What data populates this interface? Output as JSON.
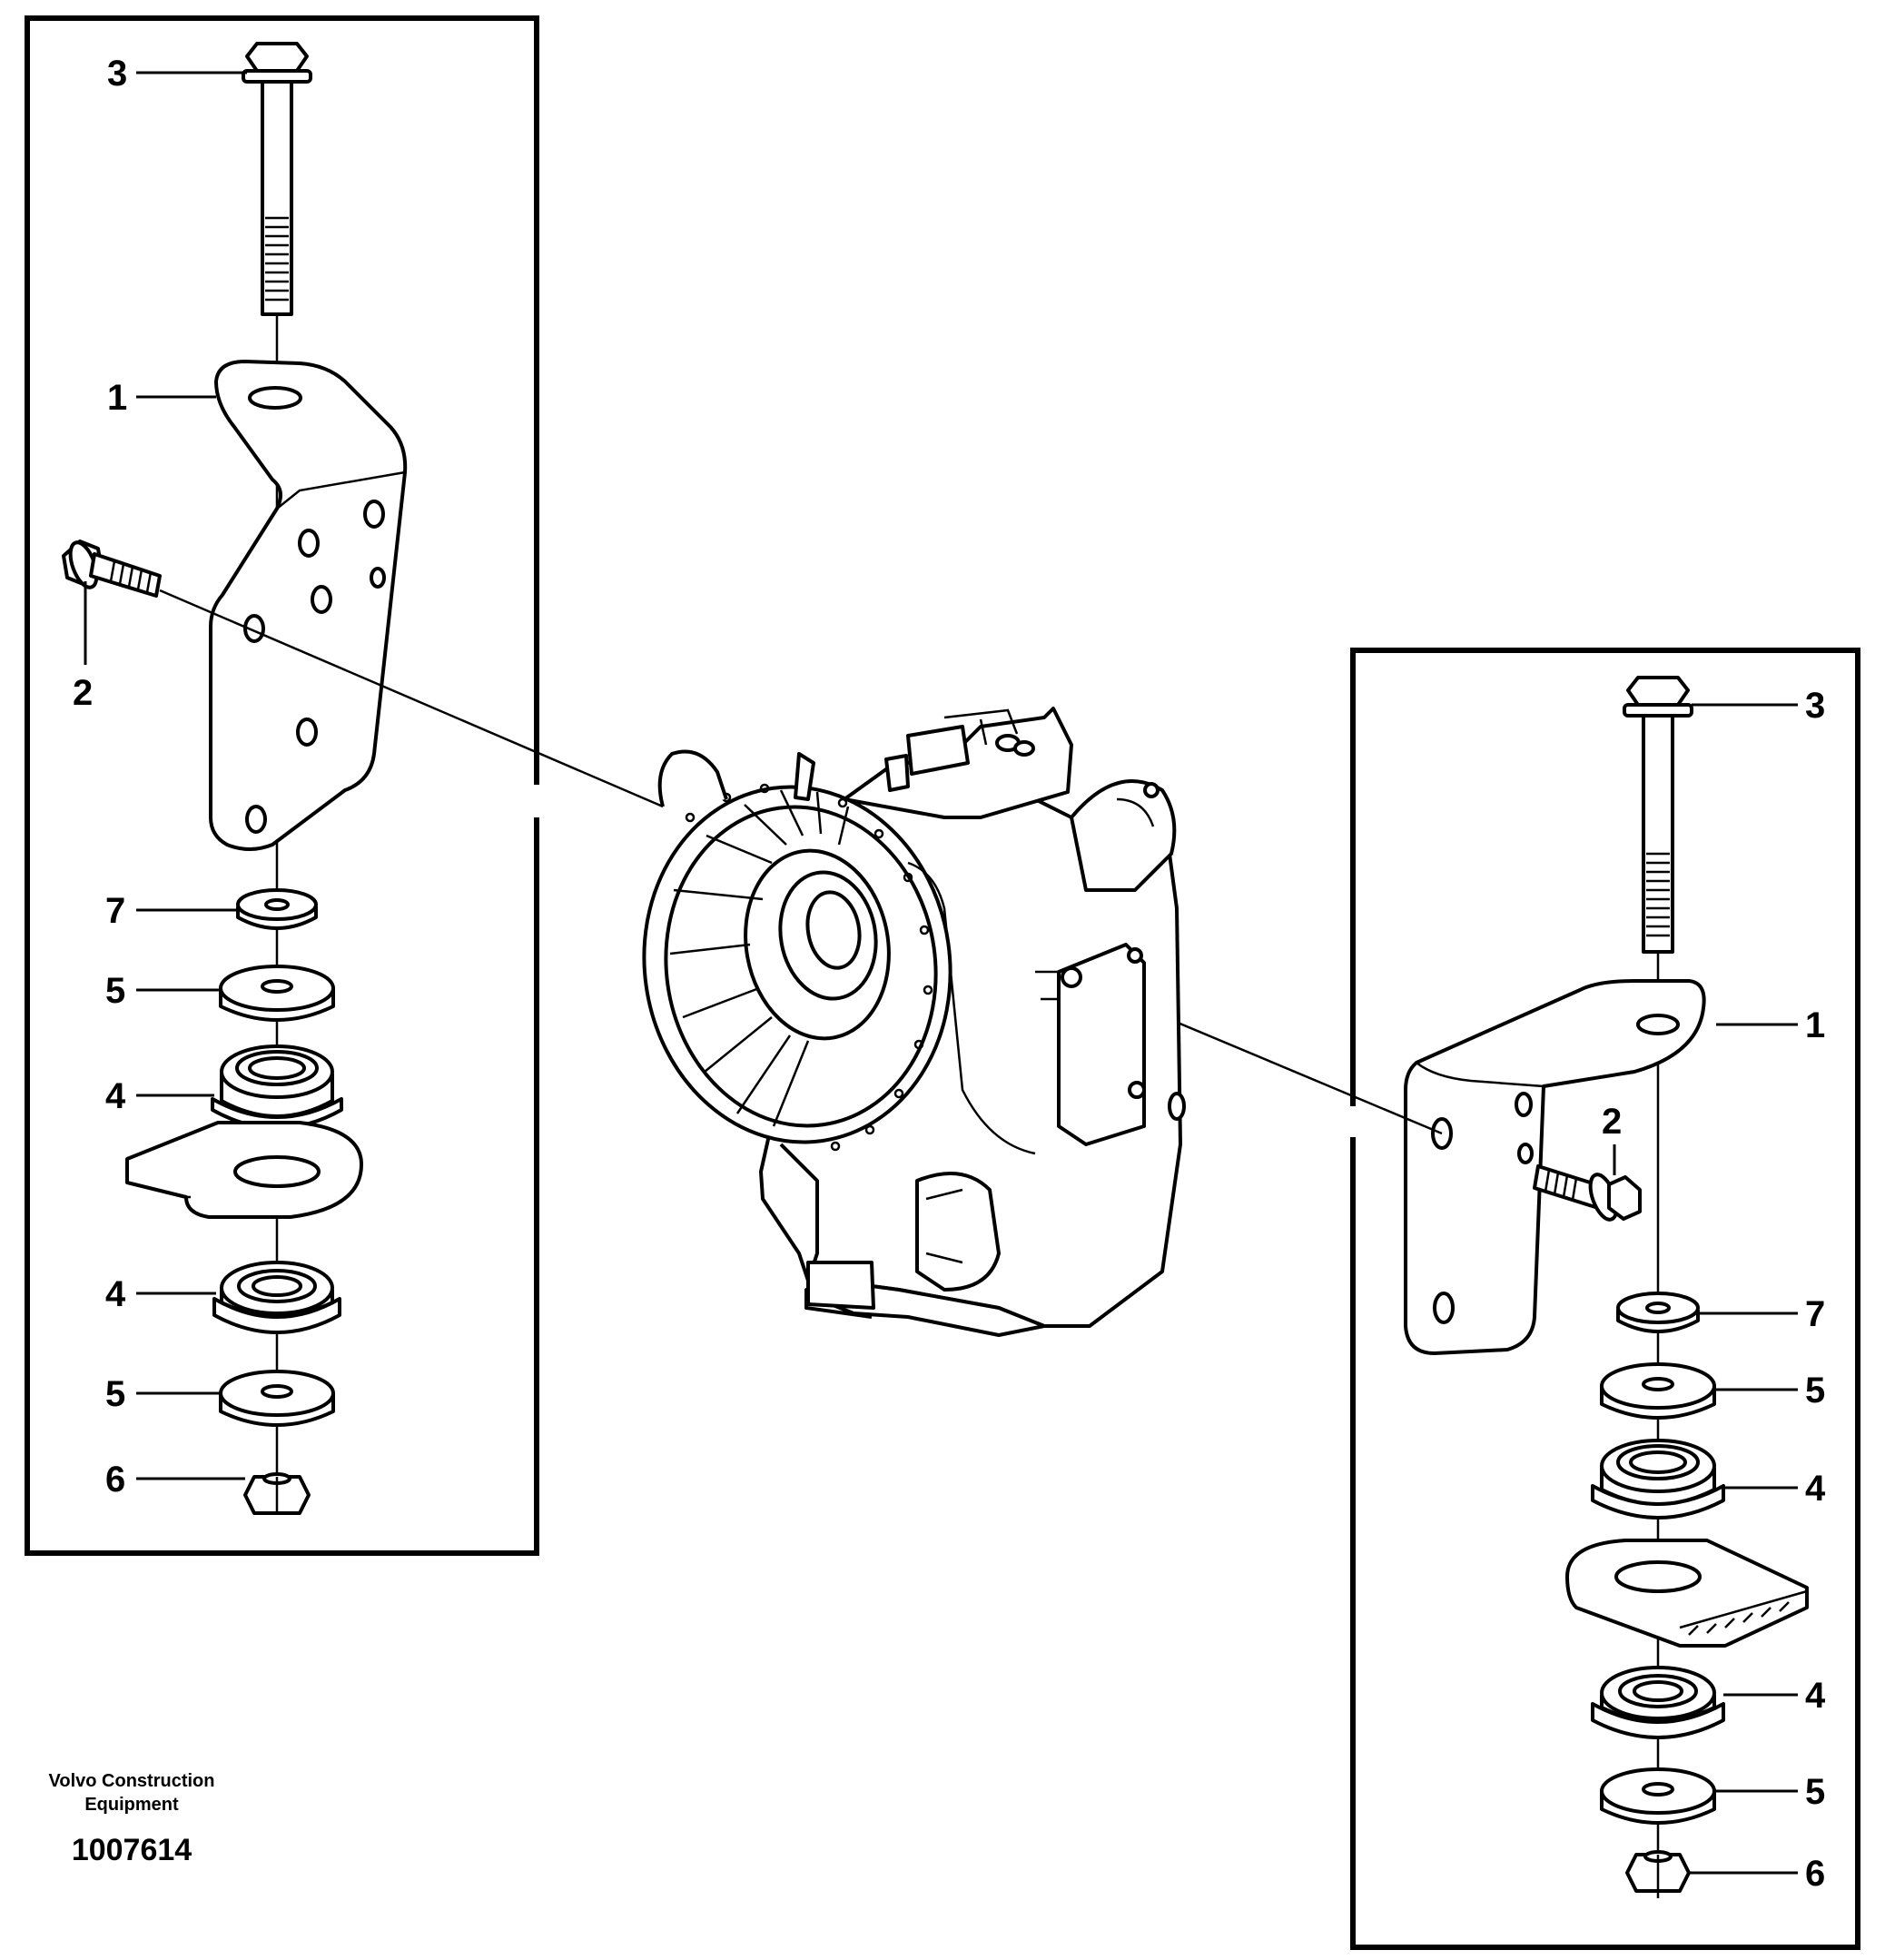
{
  "footer": {
    "company_line1": "Volvo Construction",
    "company_line2": "Equipment",
    "document_number": "1007614"
  },
  "left_callouts": {
    "bolt_top": "3",
    "bracket": "1",
    "bolt_side": "2",
    "washer_small": "7",
    "washer_upper": "5",
    "bushing_upper": "4",
    "bushing_lower": "4",
    "washer_lower": "5",
    "nut": "6"
  },
  "right_callouts": {
    "bolt_top": "3",
    "bracket": "1",
    "bolt_side": "2",
    "washer_small": "7",
    "washer_upper": "5",
    "bushing_upper": "4",
    "bushing_lower": "4",
    "washer_lower": "5",
    "nut": "6"
  }
}
